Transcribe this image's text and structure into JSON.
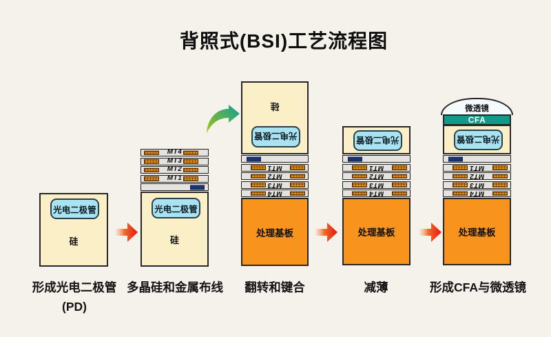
{
  "title": "背照式(BSI)工艺流程图",
  "stages": [
    {
      "caption": [
        "形成光电二极管",
        "(PD)"
      ]
    },
    {
      "caption": [
        "多晶硅和金属布线"
      ]
    },
    {
      "caption": [
        "翻转和键合"
      ]
    },
    {
      "caption": [
        "减薄"
      ]
    },
    {
      "caption": [
        "形成CFA与微透镜"
      ]
    }
  ],
  "labels": {
    "photodiode": "光电二极管",
    "silicon": "硅",
    "handle_substrate": "处理基板",
    "cfa": "CFA",
    "microlens": "微透镜",
    "metal_layers": [
      "MT1",
      "MT2",
      "MT3",
      "MT4"
    ]
  },
  "icons": {
    "step_arrow": "red-right-arrow",
    "flip_arrow": "green-curved-flip-arrow"
  },
  "colors": {
    "background": "#F5F1EB",
    "silicon_cream": "#FBEFC7",
    "photodiode_blue": "#A9E3F2",
    "layer_gray": "#E4E3E0",
    "metal_orange": "#E8940C",
    "contact_navy": "#1A3572",
    "substrate_orange": "#F8941E",
    "cfa_teal": "#12998A",
    "microlens_white": "#F5FBFD",
    "arrow_red": "#E6150D",
    "arrow_green_start": "#A4C414",
    "arrow_green_end": "#0D9D99"
  }
}
